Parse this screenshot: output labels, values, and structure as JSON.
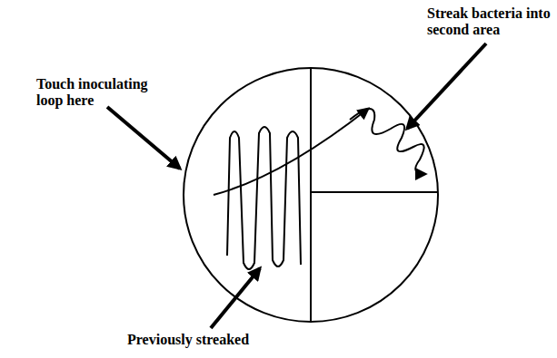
{
  "diagram": {
    "labels": [
      "Touch inoculating loop here",
      "Streak bacteria into second area",
      "Previously streaked"
    ]
  }
}
